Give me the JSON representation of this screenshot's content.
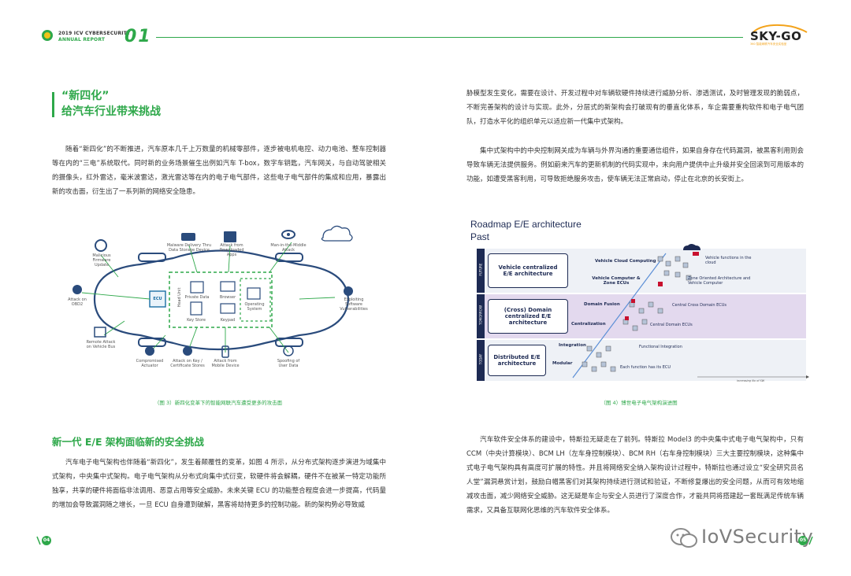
{
  "header": {
    "report_line1": "2019 ICV CYBERSECURITY",
    "report_line2": "ANNUAL REPORT",
    "chapter_number": "01",
    "logo_text": "SKY-GO",
    "logo_subtitle": "360 智能网联汽车安全实验室"
  },
  "left_column": {
    "title_line1": "“新四化”",
    "title_line2": "给汽车行业带来挑战",
    "paragraph1": "随着“新四化”的不断推进，汽车原本几千上万数量的机械零部件，逐步被电机电控、动力电池、整车控制器等在内的“三电”系统取代。同时新的业务场景催生出例如汽车 T-box，数字车钥匙，汽车网关，与自动驾驶相关的摄像头，红外雷达，毫米波雷达，激光雷达等在内的电子电气部件，这些电子电气部件的集成和应用，暴露出新的攻击面，衍生出了一系列新的网络安全隐患。",
    "figure3_caption": "（图 3）新四化变革下的智能网联汽车遭受更多的攻击面",
    "figure3_labels": {
      "malicious_firmware": "Malicious Firmware Update",
      "malware_delivery": "Malware Delivery Thru Data Storage Device",
      "attack_downloaded_apps": "Attack from Downloaded Apps",
      "mitm": "Man-in-the-Middle Attack",
      "obd2": "Attack on OBD2",
      "ecu": "ECU",
      "head_unit": "Head Unit",
      "private_data": "Private Data",
      "browser": "Browser",
      "key_store": "Key Store",
      "keypad": "Keypad",
      "operating_system": "Operating System",
      "exploiting_vulns": "Exploiting Software Vulnerabilities",
      "remote_attack": "Remote Attack on Vehicle Bus",
      "compromised_actuator": "Compromised Actuator",
      "attack_key": "Attack on Key / Certificate Stores",
      "attack_mobile": "Attack from Mobile Device",
      "spoofing": "Spoofing of User Data"
    },
    "section2_title": "新一代 E/E 架构面临新的安全挑战",
    "section2_paragraph": "汽车电子电气架构也伴随着“新四化”，发生着颠覆性的变革，如图 4 所示，从分布式架构逐步演进为域集中式架构，中央集中式架构。电子电气架构从分布式向集中式衍变，软硬件将会解耦，硬件不在被某一特定功能所独享，共享的硬件将面临非法调用、恶意占用等安全威胁。未来关键 ECU 的功能整合程度会进一步提高，代码量的增加会导致漏洞随之增长，一旦 ECU 自身遭到破解，黑客将劫持更多的控制功能。新的架构势必导致威"
  },
  "right_column": {
    "paragraph1": "胁模型发生变化，需要在设计、开发过程中对车辆软硬件持续进行威胁分析、渗透测试，及时管理发现的脆弱点，不断完善架构的设计与实现。此外，分层式的新架构会打破现有的垂直化体系，车企需要重构软件和电子电气团队，打造水平化的组织单元以适应新一代集中式架构。",
    "paragraph2": "集中式架构中的中央控制网关成为车辆与外界沟通的重要通信组件，如果自身存在代码漏洞，被黑客利用则会导致车辆无法提供服务。例如蔚来汽车的更新机制的代码实现中，未向用户提供中止升级并安全回滚到可用版本的功能，如遭受黑客利用，可导致拒绝服务攻击，使车辆无法正常启动，停止在北京的长安街上。",
    "figure4": {
      "title": "Roadmap E/E architecture",
      "subtitle": "Past",
      "rows": [
        {
          "tag": "FUTURE",
          "box": "Vehicle centralized E/E architecture"
        },
        {
          "tag": "TOMORROW",
          "box": "(Cross) Domain centralized E/E architecture"
        },
        {
          "tag": "TODAY",
          "box": "Distributed E/E architecture"
        }
      ],
      "labels": {
        "cloud_computing": "Vehicle Cloud Computing",
        "vehicle_computer": "Vehicle Computer & Zone ECUs",
        "functions_cloud": "Vehicle functions in the cloud",
        "zone_oriented": "Zone Oriented Architecture and Vehicle Computer",
        "domain_fusion": "Domain Fusion",
        "central_cross": "Central Cross Domain ECUs",
        "centralization": "Centralization",
        "central_domain": "Central Domain ECUs",
        "integration": "Integration",
        "functional_integration": "Functional Integration",
        "modular": "Modular",
        "each_function": "Each function has its ECU",
        "axis": "increasing No of SW"
      }
    },
    "figure4_caption": "（图 4）博世电子电气架构演进图",
    "paragraph3": "汽车软件安全体系的建设中，特斯拉无疑走在了前列。特斯拉 Model3 的中央集中式电子电气架构中，只有 CCM（中央计算模块）、BCM LH（左车身控制模块）、BCM RH（右车身控制模块）三大主要控制模块，这种集中式电子电气架构具有高度可扩展的特性。并且将网络安全纳入架构设计过程中，特斯拉也通过设立“安全研究员名人堂”漏洞悬赏计划，鼓励白帽黑客们对其架构持续进行测试和验证，不断修复爆出的安全问题，从而可有效地缩减攻击面，减少网络安全威胁。这无疑是车企与安全人员进行了深度合作，才能共同将搭建起一套既满足传统车辆需求，又具备互联网化思维的汽车软件安全体系。"
  },
  "footer": {
    "page_left": "04",
    "page_right": "05",
    "watermark": "IoVSecurity"
  },
  "colors": {
    "accent": "#2ea84a",
    "navy": "#1d2a53",
    "purple_band": "#e3d9ee"
  }
}
